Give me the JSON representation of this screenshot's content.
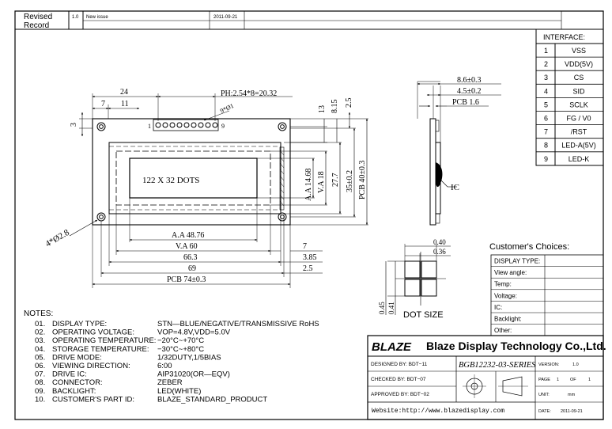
{
  "revision": {
    "label_line1": "Revised",
    "label_line2": "Record",
    "entry_version": "1.0",
    "entry_note": "New issue",
    "entry_date": "2011-09-21"
  },
  "interface": {
    "title": "INTERFACE:",
    "pins": [
      {
        "no": "1",
        "name": "VSS"
      },
      {
        "no": "2",
        "name": "VDD(5V)"
      },
      {
        "no": "3",
        "name": "CS"
      },
      {
        "no": "4",
        "name": "SID"
      },
      {
        "no": "5",
        "name": "SCLK"
      },
      {
        "no": "6",
        "name": "FG / V0"
      },
      {
        "no": "7",
        "name": "/RST"
      },
      {
        "no": "8",
        "name": "LED-A(5V)"
      },
      {
        "no": "9",
        "name": "LED-K"
      }
    ]
  },
  "front_view": {
    "dim_24": "24",
    "dim_7": "7",
    "dim_11": "11",
    "dim_3": "3",
    "pitch": "PH:2.54*8=20.32",
    "pin_dia": "9*Ø1",
    "pin_first": "1",
    "pin_last": "9",
    "display_text": "122 X 32 DOTS",
    "hole_label": "4*Ø2.8",
    "aa_width": "A.A 48.76",
    "va_width": "V.A 60",
    "w_66_3": "66.3",
    "w_69": "69",
    "pcb_width": "PCB 74±0.3",
    "dim_right_7": "7",
    "dim_3_85": "3.85",
    "dim_2_5": "2.5",
    "dim_13": "13",
    "dim_8_15": "8.15",
    "dim_2_5_top": "2.5",
    "aa_height": "A.A 14.68",
    "va_height": "V.A 18",
    "h_27_7": "27.7",
    "h_35": "35±0.2",
    "pcb_height": "PCB 40±0.3"
  },
  "side_view": {
    "dim_8_6": "8.6±0.3",
    "dim_4_5": "4.5±0.2",
    "dim_pcb": "PCB 1.6",
    "ic_label": "IC"
  },
  "dot_size": {
    "title": "DOT SIZE",
    "w_pitch": "0.40",
    "w_dot": "0.36",
    "h_pitch": "0.45",
    "h_dot": "0.41"
  },
  "choices": {
    "title": "Customer's Choices:",
    "rows": [
      "DISPLAY TYPE:",
      "View angle:",
      "Temp:",
      "Voltage:",
      "IC:",
      "Backlight:",
      "Other:"
    ]
  },
  "notes": {
    "heading": "NOTES:",
    "items": [
      {
        "no": "01.",
        "label": "DISPLAY TYPE:",
        "value": "STN—BLUE/NEGATIVE/TRANSMISSIVE RoHS"
      },
      {
        "no": "02.",
        "label": "OPERATING VOLTAGE:",
        "value": "VOP=4.8V,VDD=5.0V"
      },
      {
        "no": "03.",
        "label": "OPERATING TEMPERATURE:",
        "value": "−20°C~+70°C"
      },
      {
        "no": "04.",
        "label": "STORAGE TEMPERATURE:",
        "value": "−30°C~+80°C"
      },
      {
        "no": "05.",
        "label": "DRIVE MODE:",
        "value": "1/32DUTY,1/5BIAS"
      },
      {
        "no": "06.",
        "label": "VIEWING DIRECTION:",
        "value": "6:00"
      },
      {
        "no": "07.",
        "label": "DRIVE IC:",
        "value": "AIP31020(OR—EQV)"
      },
      {
        "no": "08.",
        "label": "CONNECTOR:",
        "value": "ZEBER"
      },
      {
        "no": "09.",
        "label": "BACKLIGHT:",
        "value": "LED(WHITE)"
      },
      {
        "no": "10.",
        "label": "CUSTOMER'S PART ID:",
        "value": "BLAZE_STANDARD_PRODUCT"
      }
    ]
  },
  "title_block": {
    "logo_text": "BLAZE",
    "company": "Blaze Display Technology Co.,Ltd.",
    "designed_by": "DESIGNED BY: BDT−11",
    "checked_by": "CHECKED BY: BDT−07",
    "approved_by": "APPROVED BY: BDT−02",
    "part_number": "BGB12232-03-SERIES",
    "version_label": "VERSION:",
    "version_value": "1.0",
    "page_label": "PAGE",
    "page_value": "1",
    "of_label": "OF",
    "of_value": "1",
    "unit_label": "UNIT:",
    "unit_value": "mm",
    "website": "Website:http://www.blazedisplay.com",
    "date_label": "DATE:",
    "date_value": "2011-09-21"
  }
}
